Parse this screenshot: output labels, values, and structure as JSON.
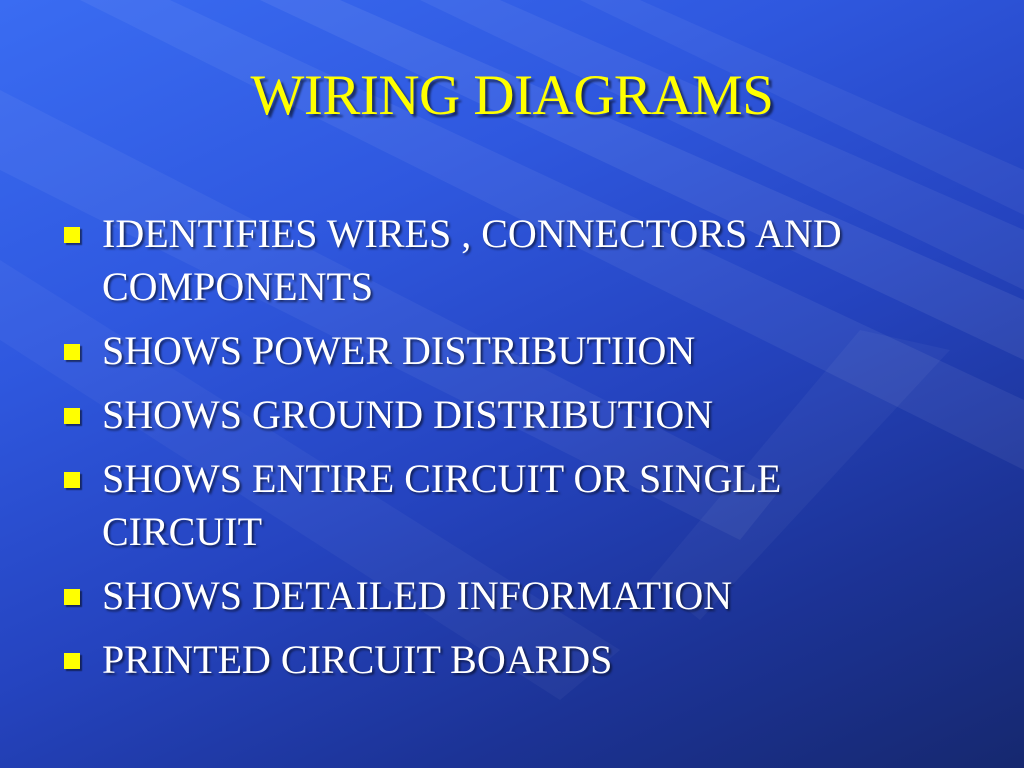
{
  "colors": {
    "title": "#ffff00",
    "body_text": "#ffffff",
    "bullet": "#ffff00",
    "background_light": "#3a6cf2",
    "background_dark": "#16286f"
  },
  "slide": {
    "title": "WIRING DIAGRAMS",
    "bullet_icon": "yellow-square-bullet",
    "items": [
      {
        "text": "IDENTIFIES WIRES , CONNECTORS AND COMPONENTS"
      },
      {
        "text": "SHOWS POWER DISTRIBUTIION"
      },
      {
        "text": "SHOWS GROUND DISTRIBUTION"
      },
      {
        "text": "SHOWS ENTIRE CIRCUIT OR SINGLE CIRCUIT"
      },
      {
        "text": "SHOWS DETAILED INFORMATION"
      },
      {
        "text": "PRINTED CIRCUIT BOARDS"
      }
    ]
  }
}
